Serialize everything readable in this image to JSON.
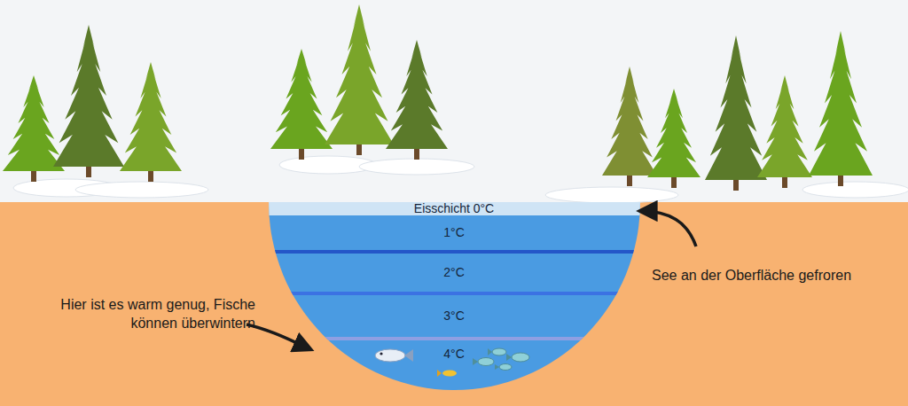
{
  "diagram": {
    "nodes": [
      {
        "text": [
          "Eisschicht 0°C"
        ]
      },
      {
        "text": [
          "1°C"
        ]
      },
      {
        "text": [
          "2°C"
        ]
      },
      {
        "text": [
          "3°C"
        ]
      },
      {
        "text": [
          "4°C"
        ]
      }
    ],
    "labels": [
      "See an der Oberfläche gefroren",
      "Hier ist es warm genug, Fische können überwintern"
    ]
  }
}
